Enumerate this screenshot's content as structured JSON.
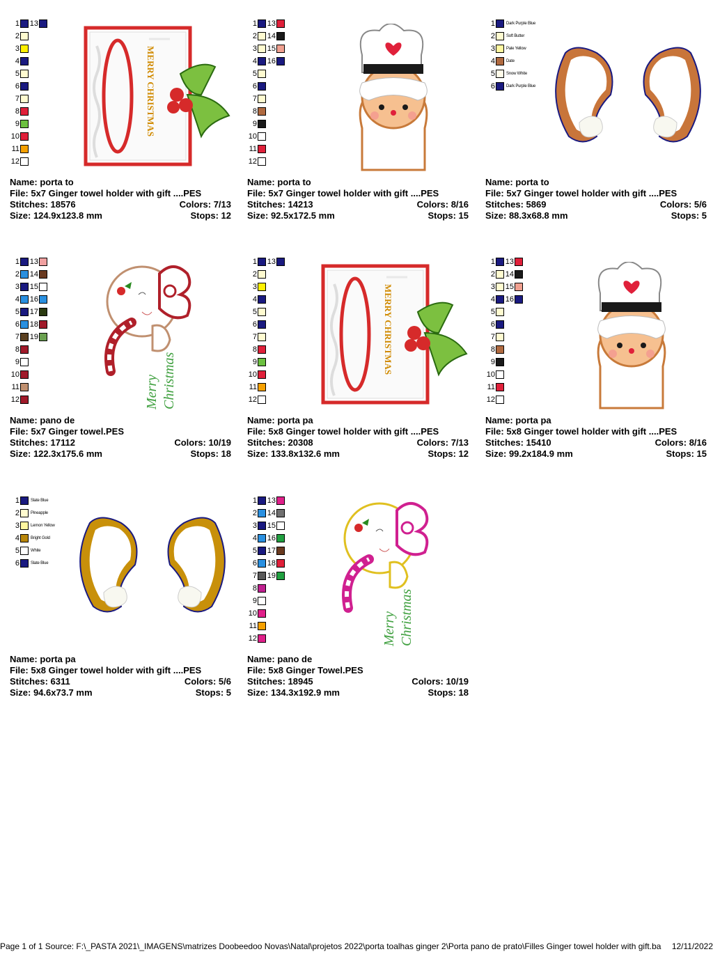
{
  "designs": [
    {
      "name_label": "Name: porta to",
      "file_label": "File: 5x7 Ginger towel holder with gift  ....PES",
      "stitches_label": "Stitches: 18576",
      "colors_label": "Colors: 7/13",
      "size_label": "Size: 124.9x123.8 mm",
      "stops_label": "Stops: 12",
      "artwork": "card-holly-icon",
      "palette": [
        {
          "n": "1",
          "c": "#1a1a80",
          "n2": "13",
          "c2": "#1a1a80"
        },
        {
          "n": "2",
          "c": "#fffbd0"
        },
        {
          "n": "3",
          "c": "#fff000"
        },
        {
          "n": "4",
          "c": "#1a1a80"
        },
        {
          "n": "5",
          "c": "#fffbd0"
        },
        {
          "n": "6",
          "c": "#1a1a80"
        },
        {
          "n": "7",
          "c": "#fffbd0"
        },
        {
          "n": "8",
          "c": "#e0203a"
        },
        {
          "n": "9",
          "c": "#6cc040"
        },
        {
          "n": "10",
          "c": "#e0203a"
        },
        {
          "n": "11",
          "c": "#f5a000"
        },
        {
          "n": "12",
          "c": "#ffffff"
        }
      ]
    },
    {
      "name_label": "Name: porta to",
      "file_label": "File: 5x7 Ginger towel holder with gift  ....PES",
      "stitches_label": "Stitches: 14213",
      "colors_label": "Colors: 8/16",
      "size_label": "Size: 92.5x172.5 mm",
      "stops_label": "Stops: 15",
      "artwork": "chef-ginger-icon",
      "palette": [
        {
          "n": "1",
          "c": "#1a1a80",
          "n2": "13",
          "c2": "#e0203a"
        },
        {
          "n": "2",
          "c": "#fffbd0",
          "n2": "14",
          "c2": "#1a1a1a"
        },
        {
          "n": "3",
          "c": "#fffbd0",
          "n2": "15",
          "c2": "#f0a090"
        },
        {
          "n": "4",
          "c": "#1a1a80",
          "n2": "16",
          "c2": "#1a1a80"
        },
        {
          "n": "5",
          "c": "#fffbd0"
        },
        {
          "n": "6",
          "c": "#1a1a80"
        },
        {
          "n": "7",
          "c": "#fffbd0"
        },
        {
          "n": "8",
          "c": "#b06a40"
        },
        {
          "n": "9",
          "c": "#1a1a1a"
        },
        {
          "n": "10",
          "c": "#ffffff"
        },
        {
          "n": "11",
          "c": "#e0203a"
        },
        {
          "n": "12",
          "c": "#ffffff"
        }
      ]
    },
    {
      "name_label": "Name: porta to",
      "file_label": "File: 5x7 Ginger towel holder with gift  ....PES",
      "stitches_label": "Stitches: 5869",
      "colors_label": "Colors: 5/6",
      "size_label": "Size: 88.3x68.8 mm",
      "stops_label": "Stops: 5",
      "artwork": "arms-brown-icon",
      "palette": [
        {
          "n": "1",
          "c": "#1a1a80",
          "name": "Dark Purple Blue"
        },
        {
          "n": "2",
          "c": "#fffbd0",
          "name": "Soft Butter"
        },
        {
          "n": "3",
          "c": "#fff7a0",
          "name": "Pale Yellow"
        },
        {
          "n": "4",
          "c": "#b06a40",
          "name": "Date"
        },
        {
          "n": "5",
          "c": "#fffbe8",
          "name": "Snow White"
        },
        {
          "n": "6",
          "c": "#1a1a80",
          "name": "Dark Purple Blue"
        }
      ]
    },
    {
      "name_label": "Name: pano de",
      "file_label": "File: 5x7 Ginger towel.PES",
      "stitches_label": "Stitches: 17112",
      "colors_label": "Colors: 10/19",
      "size_label": "Size: 122.3x175.6 mm",
      "stops_label": "Stops: 18",
      "artwork": "ginger-girl-red-icon",
      "text1": "Merry",
      "text2": "Christmas",
      "palette": [
        {
          "n": "1",
          "c": "#1a1a80",
          "n2": "13",
          "c2": "#f0a0a0"
        },
        {
          "n": "2",
          "c": "#2a90e0",
          "n2": "14",
          "c2": "#6a3a20"
        },
        {
          "n": "3",
          "c": "#1a1a80",
          "n2": "15",
          "c2": "#ffffff"
        },
        {
          "n": "4",
          "c": "#2a90e0",
          "n2": "16",
          "c2": "#2a90e0"
        },
        {
          "n": "5",
          "c": "#1a1a80",
          "n2": "17",
          "c2": "#2a3a10"
        },
        {
          "n": "6",
          "c": "#2a90e0",
          "n2": "18",
          "c2": "#a01a2a"
        },
        {
          "n": "7",
          "c": "#5a4020",
          "n2": "19",
          "c2": "#6aa050"
        },
        {
          "n": "8",
          "c": "#a01a2a"
        },
        {
          "n": "9",
          "c": "#ffffff"
        },
        {
          "n": "10",
          "c": "#a01a2a"
        },
        {
          "n": "11",
          "c": "#c09070"
        },
        {
          "n": "12",
          "c": "#a01a2a"
        }
      ]
    },
    {
      "name_label": "Name: porta pa",
      "file_label": "File: 5x8  Ginger towel holder with gift ....PES",
      "stitches_label": "Stitches: 20308",
      "colors_label": "Colors: 7/13",
      "size_label": "Size: 133.8x132.6 mm",
      "stops_label": "Stops: 12",
      "artwork": "card-holly-icon",
      "palette": [
        {
          "n": "1",
          "c": "#1a1a80",
          "n2": "13",
          "c2": "#1a1a80"
        },
        {
          "n": "2",
          "c": "#fffbd0"
        },
        {
          "n": "3",
          "c": "#fff000"
        },
        {
          "n": "4",
          "c": "#1a1a80"
        },
        {
          "n": "5",
          "c": "#fffbd0"
        },
        {
          "n": "6",
          "c": "#1a1a80"
        },
        {
          "n": "7",
          "c": "#fffbd0"
        },
        {
          "n": "8",
          "c": "#e0203a"
        },
        {
          "n": "9",
          "c": "#6cc040"
        },
        {
          "n": "10",
          "c": "#e0203a"
        },
        {
          "n": "11",
          "c": "#f5a000"
        },
        {
          "n": "12",
          "c": "#ffffff"
        }
      ]
    },
    {
      "name_label": "Name: porta pa",
      "file_label": "File: 5x8  Ginger towel holder with gift ....PES",
      "stitches_label": "Stitches: 15410",
      "colors_label": "Colors: 8/16",
      "size_label": "Size: 99.2x184.9 mm",
      "stops_label": "Stops: 15",
      "artwork": "chef-ginger-icon",
      "palette": [
        {
          "n": "1",
          "c": "#1a1a80",
          "n2": "13",
          "c2": "#e0203a"
        },
        {
          "n": "2",
          "c": "#fffbd0",
          "n2": "14",
          "c2": "#1a1a1a"
        },
        {
          "n": "3",
          "c": "#fffbd0",
          "n2": "15",
          "c2": "#f0a090"
        },
        {
          "n": "4",
          "c": "#1a1a80",
          "n2": "16",
          "c2": "#1a1a80"
        },
        {
          "n": "5",
          "c": "#fffbd0"
        },
        {
          "n": "6",
          "c": "#1a1a80"
        },
        {
          "n": "7",
          "c": "#fffbd0"
        },
        {
          "n": "8",
          "c": "#b06a40"
        },
        {
          "n": "9",
          "c": "#1a1a1a"
        },
        {
          "n": "10",
          "c": "#ffffff"
        },
        {
          "n": "11",
          "c": "#e0203a"
        },
        {
          "n": "12",
          "c": "#ffffff"
        }
      ]
    },
    {
      "name_label": "Name: porta pa",
      "file_label": "File: 5x8  Ginger towel holder with gift ....PES",
      "stitches_label": "Stitches: 6311",
      "colors_label": "Colors: 5/6",
      "size_label": "Size: 94.6x73.7 mm",
      "stops_label": "Stops: 5",
      "artwork": "arms-gold-icon",
      "palette": [
        {
          "n": "1",
          "c": "#1a1a80",
          "name": "Slate Blue"
        },
        {
          "n": "2",
          "c": "#fffbd0",
          "name": "Pineapple"
        },
        {
          "n": "3",
          "c": "#fff7a0",
          "name": "Lemon Yellow"
        },
        {
          "n": "4",
          "c": "#b8860b",
          "name": "Bright Gold"
        },
        {
          "n": "5",
          "c": "#ffffff",
          "name": "White"
        },
        {
          "n": "6",
          "c": "#1a1a80",
          "name": "Slate Blue"
        }
      ]
    },
    {
      "name_label": "Name: pano de",
      "file_label": "File: 5x8 Ginger Towel.PES",
      "stitches_label": "Stitches: 18945",
      "colors_label": "Colors: 10/19",
      "size_label": "Size: 134.3x192.9 mm",
      "stops_label": "Stops: 18",
      "artwork": "ginger-girl-pink-icon",
      "text1": "Merry",
      "text2": "Christmas",
      "palette": [
        {
          "n": "1",
          "c": "#1a1a80",
          "n2": "13",
          "c2": "#e0208a"
        },
        {
          "n": "2",
          "c": "#2a90e0",
          "n2": "14",
          "c2": "#707070"
        },
        {
          "n": "3",
          "c": "#1a1a80",
          "n2": "15",
          "c2": "#ffffff"
        },
        {
          "n": "4",
          "c": "#2a90e0",
          "n2": "16",
          "c2": "#20a040"
        },
        {
          "n": "5",
          "c": "#1a1a80",
          "n2": "17",
          "c2": "#6a3a20"
        },
        {
          "n": "6",
          "c": "#2a90e0",
          "n2": "18",
          "c2": "#e0203a"
        },
        {
          "n": "7",
          "c": "#5a5a5a",
          "n2": "19",
          "c2": "#20a040"
        },
        {
          "n": "8",
          "c": "#c02090"
        },
        {
          "n": "9",
          "c": "#ffffff"
        },
        {
          "n": "10",
          "c": "#e0208a"
        },
        {
          "n": "11",
          "c": "#f5a000"
        },
        {
          "n": "12",
          "c": "#e0208a"
        }
      ]
    }
  ],
  "footer": {
    "left": "Page 1 of 1  Source: F:\\_PASTA 2021\\_IMAGENS\\matrizes Doobeedoo Novas\\Natal\\projetos 2022\\porta toalhas ginger 2\\Porta pano de prato\\Filles Ginger towel holder with gift.ba",
    "right": "12/11/2022"
  },
  "card_text": "MERRY CHRISTMAS"
}
